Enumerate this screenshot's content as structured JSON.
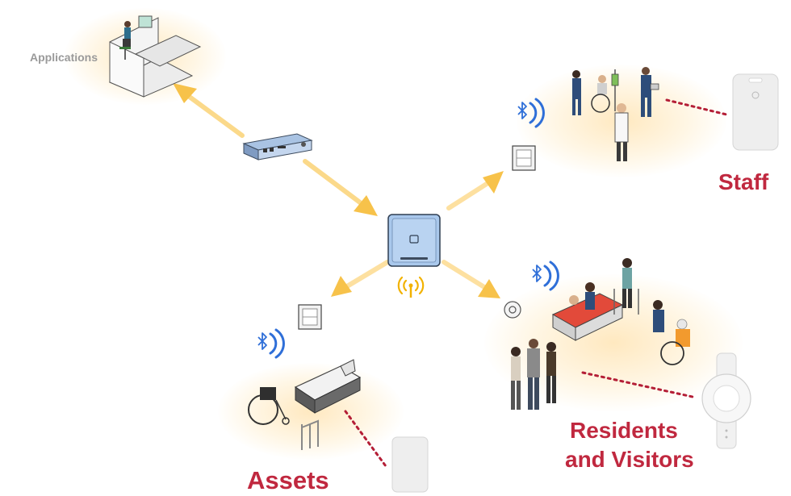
{
  "labels": {
    "applications": "Applications",
    "staff": "Staff",
    "residents": "Residents",
    "visitors": "and Visitors",
    "assets": "Assets"
  },
  "colors": {
    "arrow": "#f7c24a",
    "label_red": "#c0283f",
    "bluetooth": "#2f6fd8",
    "wifi": "#f2b200",
    "hub_blue": "#a9c8ec",
    "dotted_red": "#b41e36"
  },
  "icons": {
    "bluetooth": "bluetooth-icon",
    "wifi": "wifi-antenna-icon"
  }
}
